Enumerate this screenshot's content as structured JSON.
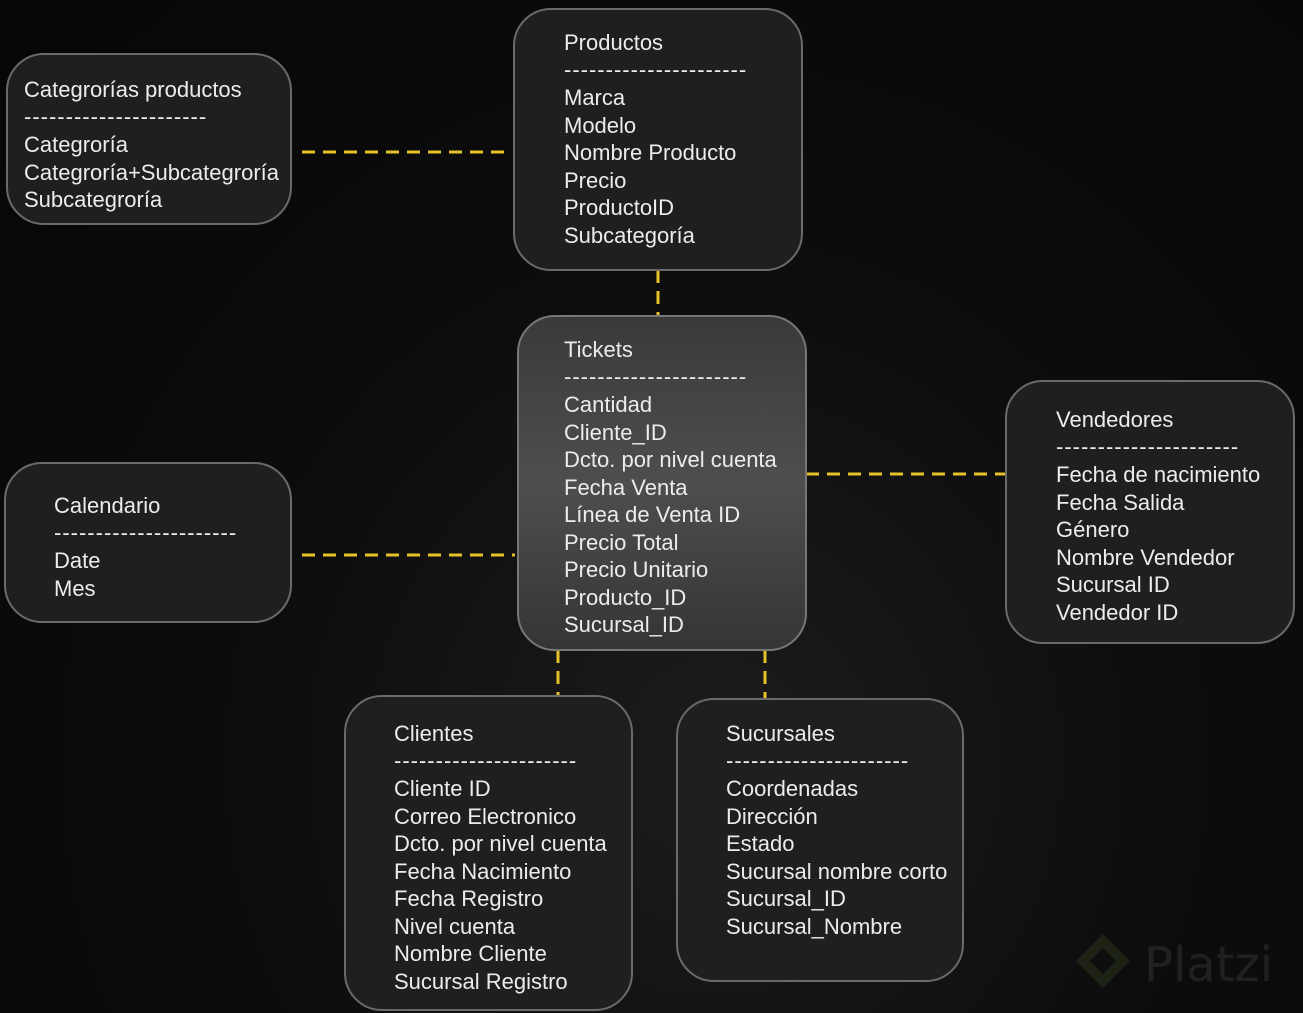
{
  "accent_color": "#e6c229",
  "tables": {
    "categorias": {
      "title": "Categrorías productos",
      "separator": "----------------------",
      "fields": [
        "Categroría",
        "Categroría+Subcategroría",
        "Subcategroría"
      ]
    },
    "productos": {
      "title": "Productos",
      "separator": "----------------------",
      "fields": [
        "Marca",
        "Modelo",
        "Nombre Producto",
        "Precio",
        "ProductoID",
        "Subcategoría"
      ]
    },
    "tickets": {
      "title": "Tickets",
      "separator": "----------------------",
      "fields": [
        "Cantidad",
        "Cliente_ID",
        "Dcto. por nivel cuenta",
        "Fecha Venta",
        "Línea de Venta ID",
        "Precio Total",
        "Precio Unitario",
        "Producto_ID",
        "Sucursal_ID"
      ]
    },
    "vendedores": {
      "title": "Vendedores",
      "separator": "----------------------",
      "fields": [
        "Fecha de nacimiento",
        "Fecha Salida",
        "Género",
        "Nombre Vendedor",
        "Sucursal ID",
        "Vendedor ID"
      ]
    },
    "calendario": {
      "title": "Calendario",
      "separator": "----------------------",
      "fields": [
        "Date",
        "Mes"
      ]
    },
    "clientes": {
      "title": "Clientes",
      "separator": "----------------------",
      "fields": [
        "Cliente ID",
        "Correo Electronico",
        "Dcto. por nivel cuenta",
        "Fecha Nacimiento",
        "Fecha Registro",
        "Nivel cuenta",
        "Nombre Cliente",
        "Sucursal Registro"
      ]
    },
    "sucursales": {
      "title": "Sucursales",
      "separator": "----------------------",
      "fields": [
        "Coordenadas",
        "Dirección",
        "Estado",
        "Sucursal nombre corto",
        "Sucursal_ID",
        "Sucursal_Nombre"
      ]
    }
  },
  "relationships": [
    {
      "from": "categorias",
      "to": "productos"
    },
    {
      "from": "productos",
      "to": "tickets"
    },
    {
      "from": "calendario",
      "to": "tickets"
    },
    {
      "from": "tickets",
      "to": "vendedores"
    },
    {
      "from": "tickets",
      "to": "clientes"
    },
    {
      "from": "tickets",
      "to": "sucursales"
    }
  ],
  "watermark": {
    "text": "Platzi",
    "logo": "platzi-logo-icon"
  }
}
